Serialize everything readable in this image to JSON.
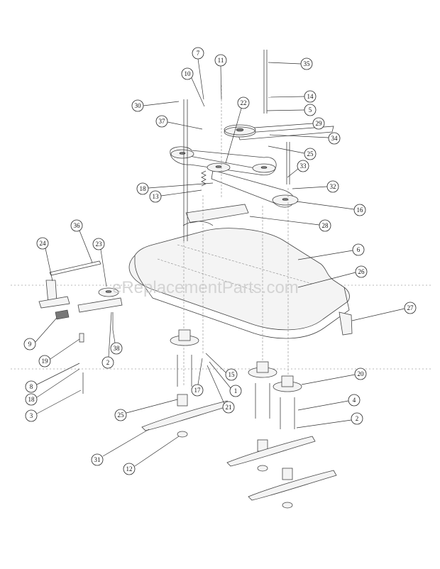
{
  "watermark": "eReplacementParts.com",
  "callouts": [
    {
      "label": "7"
    },
    {
      "label": "11"
    },
    {
      "label": "35"
    },
    {
      "label": "10"
    },
    {
      "label": "14"
    },
    {
      "label": "30"
    },
    {
      "label": "22"
    },
    {
      "label": "5"
    },
    {
      "label": "37"
    },
    {
      "label": "29"
    },
    {
      "label": "34"
    },
    {
      "label": "25"
    },
    {
      "label": "33"
    },
    {
      "label": "18"
    },
    {
      "label": "32"
    },
    {
      "label": "13"
    },
    {
      "label": "16"
    },
    {
      "label": "36"
    },
    {
      "label": "28"
    },
    {
      "label": "24"
    },
    {
      "label": "23"
    },
    {
      "label": "6"
    },
    {
      "label": "26"
    },
    {
      "label": "27"
    },
    {
      "label": "9"
    },
    {
      "label": "38"
    },
    {
      "label": "19"
    },
    {
      "label": "2"
    },
    {
      "label": "15"
    },
    {
      "label": "20"
    },
    {
      "label": "8"
    },
    {
      "label": "17"
    },
    {
      "label": "1"
    },
    {
      "label": "18"
    },
    {
      "label": "4"
    },
    {
      "label": "3"
    },
    {
      "label": "21"
    },
    {
      "label": "25"
    },
    {
      "label": "2"
    },
    {
      "label": "31"
    },
    {
      "label": "12"
    }
  ]
}
